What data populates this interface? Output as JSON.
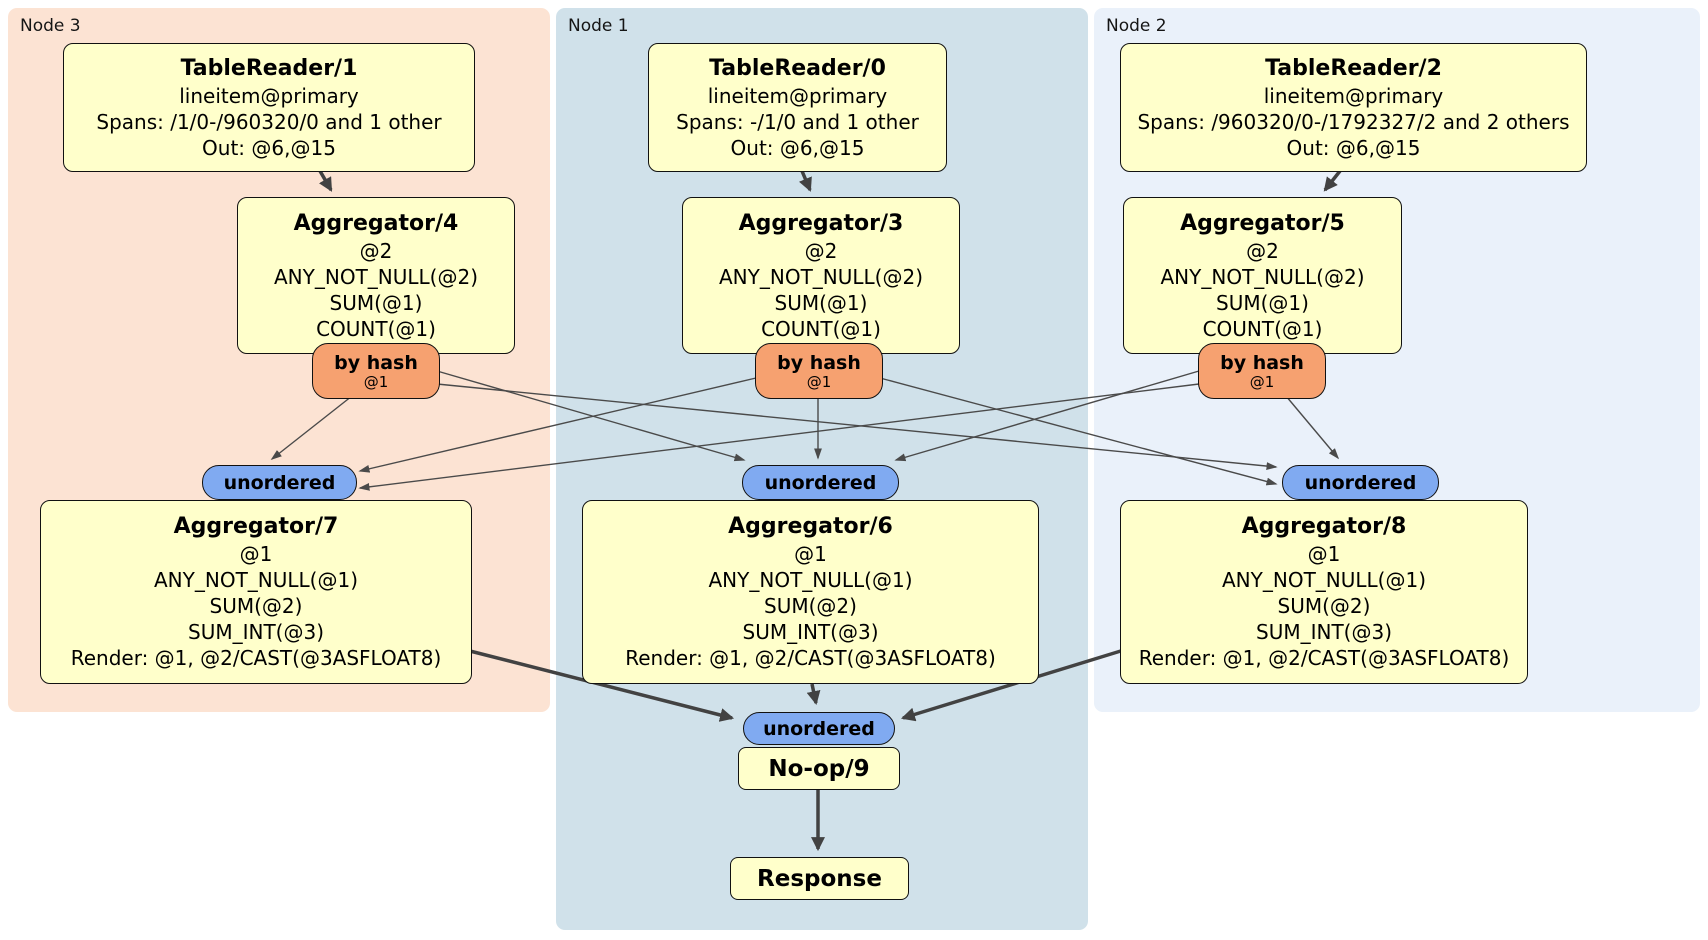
{
  "panels": {
    "node3": {
      "label": "Node 3"
    },
    "node1": {
      "label": "Node 1"
    },
    "node2": {
      "label": "Node 2"
    }
  },
  "processors": {
    "tr1": {
      "title": "TableReader/1",
      "lines": [
        "lineitem@primary",
        "Spans: /1/0-/960320/0 and 1 other",
        "Out: @6,@15"
      ]
    },
    "tr0": {
      "title": "TableReader/0",
      "lines": [
        "lineitem@primary",
        "Spans: -/1/0 and 1 other",
        "Out: @6,@15"
      ]
    },
    "tr2": {
      "title": "TableReader/2",
      "lines": [
        "lineitem@primary",
        "Spans: /960320/0-/1792327/2 and 2 others",
        "Out: @6,@15"
      ]
    },
    "agg4": {
      "title": "Aggregator/4",
      "lines": [
        "@2",
        "ANY_NOT_NULL(@2)",
        "SUM(@1)",
        "COUNT(@1)"
      ]
    },
    "agg3": {
      "title": "Aggregator/3",
      "lines": [
        "@2",
        "ANY_NOT_NULL(@2)",
        "SUM(@1)",
        "COUNT(@1)"
      ]
    },
    "agg5": {
      "title": "Aggregator/5",
      "lines": [
        "@2",
        "ANY_NOT_NULL(@2)",
        "SUM(@1)",
        "COUNT(@1)"
      ]
    },
    "agg7": {
      "title": "Aggregator/7",
      "lines": [
        "@1",
        "ANY_NOT_NULL(@1)",
        "SUM(@2)",
        "SUM_INT(@3)",
        "Render: @1, @2/CAST(@3ASFLOAT8)"
      ]
    },
    "agg6": {
      "title": "Aggregator/6",
      "lines": [
        "@1",
        "ANY_NOT_NULL(@1)",
        "SUM(@2)",
        "SUM_INT(@3)",
        "Render: @1, @2/CAST(@3ASFLOAT8)"
      ]
    },
    "agg8": {
      "title": "Aggregator/8",
      "lines": [
        "@1",
        "ANY_NOT_NULL(@1)",
        "SUM(@2)",
        "SUM_INT(@3)",
        "Render: @1, @2/CAST(@3ASFLOAT8)"
      ]
    },
    "noop": {
      "title": "No-op/9"
    },
    "response": {
      "title": "Response"
    }
  },
  "routers": {
    "by_hash_label": "by hash",
    "by_hash_key": "@1",
    "unordered_label": "unordered"
  },
  "colors": {
    "node3_bg": "#fce3d3",
    "node1_bg": "#d0e1ea",
    "node2_bg": "#eaf1fa",
    "processor_fill": "#ffffcb",
    "hash_router_fill": "#f6a170",
    "unordered_fill": "#80aaf1",
    "edge": "#424242",
    "border": "#111111"
  }
}
